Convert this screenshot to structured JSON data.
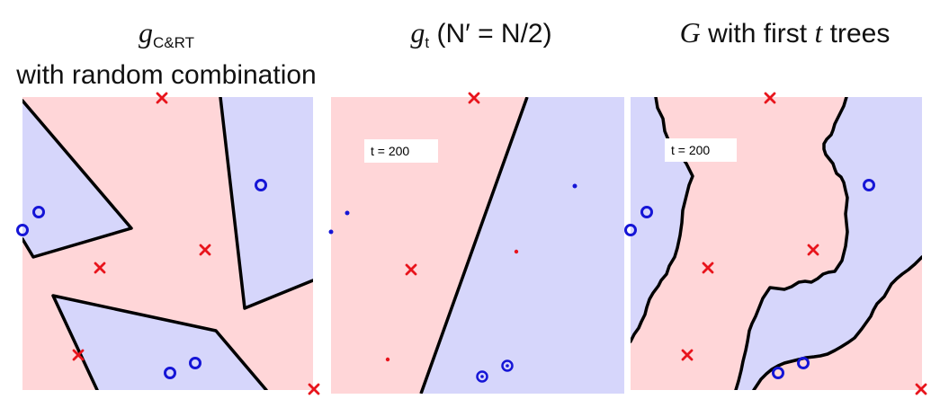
{
  "titles": {
    "panel1_symbol": "g",
    "panel1_sub": "C&RT",
    "panel1_line2": "with random combination",
    "panel2_symbol": "g",
    "panel2_sub": "t",
    "panel2_rest": " (N′ = N/2)",
    "panel3_symbol": "G",
    "panel3_mid": " with first ",
    "panel3_t": "t",
    "panel3_rest": " trees"
  },
  "labels": {
    "panel2_t": "t = 200",
    "panel3_t": "t = 200"
  },
  "colors": {
    "positive_region": "#ffd6d8",
    "negative_region": "#d6d6fb",
    "cross": "#e8141c",
    "circle": "#1515d6",
    "boundary": "#000000"
  }
}
